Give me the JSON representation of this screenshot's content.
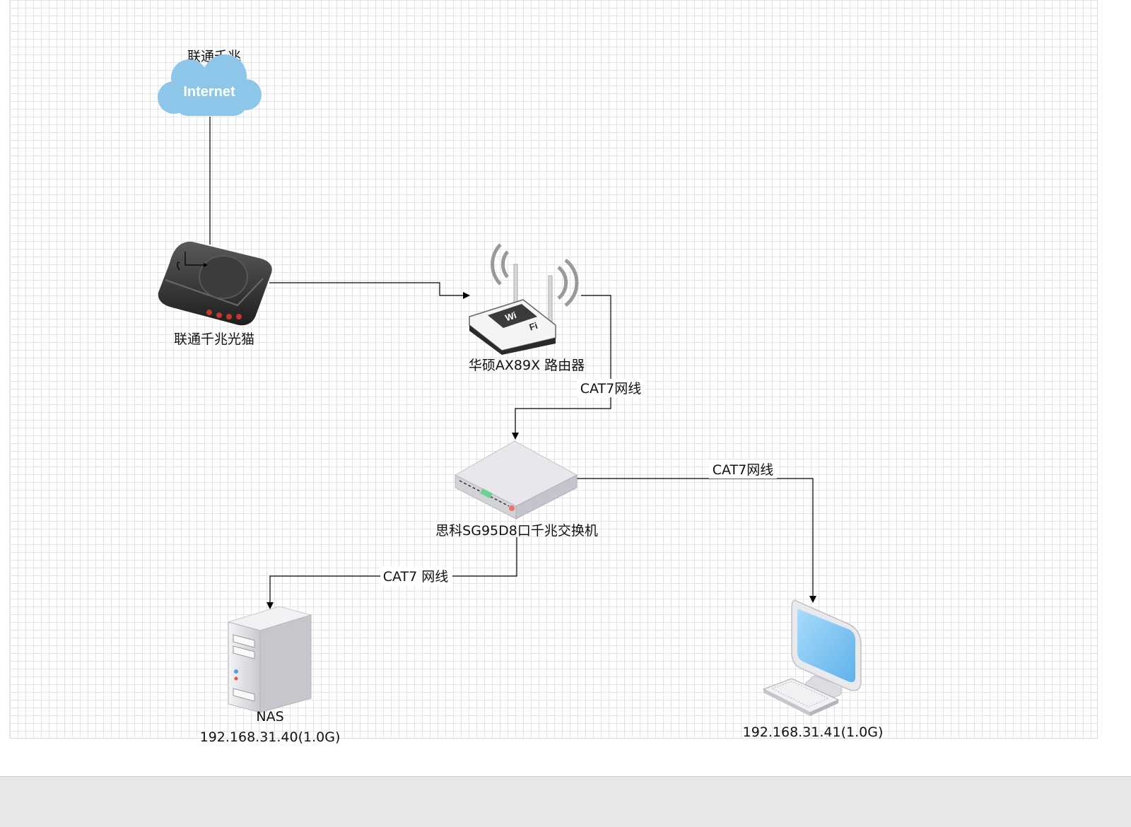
{
  "colors": {
    "grid": "#e4e4e4",
    "connector": "#000000",
    "cloud": "#8ec6ea",
    "monitor_screen": "#7cc3f0",
    "bottom_bar": "#e7e7e7"
  },
  "nodes": {
    "internet": {
      "title": "联通千兆",
      "text": "Internet",
      "icon": "cloud-icon"
    },
    "modem": {
      "label": "联通千兆光猫",
      "icon": "modem-icon"
    },
    "router": {
      "label": "华硕AX89X 路由器",
      "icon": "wifi-router-icon",
      "badge": "Wi Fi"
    },
    "switch": {
      "label": "思科SG95D8口千兆交换机",
      "icon": "network-switch-icon"
    },
    "nas": {
      "label": "NAS",
      "ip": "192.168.31.40(1.0G)",
      "icon": "server-tower-icon"
    },
    "pc": {
      "ip": "192.168.31.41(1.0G)",
      "icon": "desktop-computer-icon"
    }
  },
  "edges": {
    "router_switch": "CAT7网线",
    "switch_pc": "CAT7网线",
    "switch_nas": "CAT7 网线"
  }
}
